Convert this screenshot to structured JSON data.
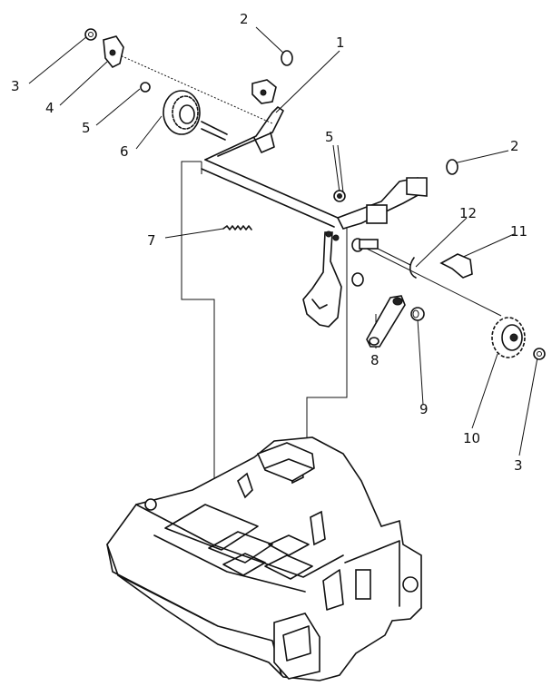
{
  "labels": {
    "l1": "1",
    "l2a": "2",
    "l2b": "2",
    "l3a": "3",
    "l3b": "3",
    "l4": "4",
    "l5a": "5",
    "l5b": "5",
    "l6": "6",
    "l7": "7",
    "l8": "8",
    "l9": "9",
    "l10": "10",
    "l11": "11",
    "l12": "12"
  },
  "colors": {
    "ink": "#111111",
    "paper": "#ffffff"
  }
}
